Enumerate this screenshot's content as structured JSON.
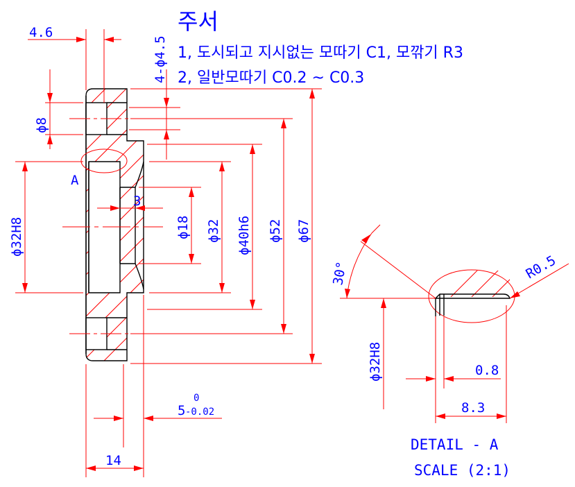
{
  "notes": {
    "title": "주서",
    "line1": "1, 도시되고 지시없는 모따기 C1, 모깎기 R3",
    "line2": "2, 일반모따기 C0.2 ~ C0.3"
  },
  "view_label": "A",
  "dimensions": {
    "d_4_6": "4.6",
    "holes": "4-ϕ4.5",
    "phi8": "ϕ8",
    "phi32h8": "ϕ32H8",
    "three": "3",
    "phi18": "ϕ18",
    "phi32": "ϕ32",
    "phi40h6": "ϕ40h6",
    "phi52": "ϕ52",
    "phi67": "ϕ67",
    "five": "5",
    "five_upper": "0",
    "five_lower": "-0.02",
    "fourteen": "14"
  },
  "detail": {
    "angle": "30°",
    "radius": "R0.5",
    "phi32h8": "ϕ32H8",
    "d08": "0.8",
    "d83": "8.3",
    "title": "DETAIL - A",
    "scale": "SCALE (2:1)"
  }
}
